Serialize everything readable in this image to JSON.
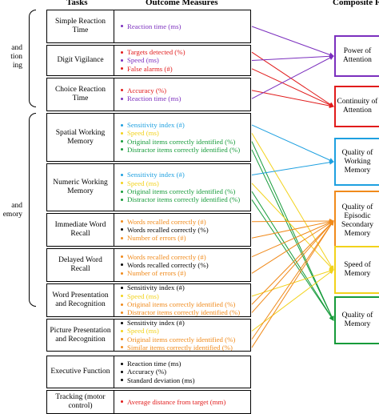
{
  "headers": {
    "tasks": "Tasks",
    "outcome": "Outcome Measures",
    "composite": "Composite Fa"
  },
  "sections": {
    "attention": [
      "and",
      "tion",
      "ing"
    ],
    "memory": [
      "and",
      "emory"
    ]
  },
  "tasks": [
    {
      "name": "Simple Reaction Time",
      "measures": [
        {
          "text": "Reaction time (ms)",
          "color": "#7b2fbe"
        }
      ]
    },
    {
      "name": "Digit Vigilance",
      "measures": [
        {
          "text": "Targets detected (%)",
          "color": "#e11b1b"
        },
        {
          "text": "Speed (ms)",
          "color": "#7b2fbe"
        },
        {
          "text": "False alarms (#)",
          "color": "#e11b1b"
        }
      ]
    },
    {
      "name": "Choice Reaction Time",
      "measures": [
        {
          "text": "Accuracy (%)",
          "color": "#e11b1b"
        },
        {
          "text": "Reaction time (ms)",
          "color": "#7b2fbe"
        }
      ]
    },
    {
      "name": "Spatial Working Memory",
      "measures": [
        {
          "text": "Sensitivity index (#)",
          "color": "#1ea0e0"
        },
        {
          "text": "Speed (ms)",
          "color": "#f2d21b"
        },
        {
          "text": "Original items correctly identified (%)",
          "color": "#169b3a"
        },
        {
          "text": "Distractor items correctly identified (%)",
          "color": "#169b3a"
        }
      ]
    },
    {
      "name": "Numeric Working Memory",
      "measures": [
        {
          "text": "Sensitivity index (#)",
          "color": "#1ea0e0"
        },
        {
          "text": "Speed (ms)",
          "color": "#f2d21b"
        },
        {
          "text": "Original items correctly identified (%)",
          "color": "#169b3a"
        },
        {
          "text": "Distractor items correctly identified (%)",
          "color": "#169b3a"
        }
      ]
    },
    {
      "name": "Immediate Word Recall",
      "measures": [
        {
          "text": "Words recalled correctly (#)",
          "color": "#f08a1b"
        },
        {
          "text": "Words recalled correctly (%)",
          "color": "#000000"
        },
        {
          "text": "Number of errors (#)",
          "color": "#f08a1b"
        }
      ]
    },
    {
      "name": "Delayed Word Recall",
      "measures": [
        {
          "text": "Words recalled correctly (#)",
          "color": "#f08a1b"
        },
        {
          "text": "Words recalled correctly (%)",
          "color": "#000000"
        },
        {
          "text": "Number of errors (#)",
          "color": "#f08a1b"
        }
      ]
    },
    {
      "name": "Word Presentation and Recognition",
      "measures": [
        {
          "text": "Sensitivity index (#)",
          "color": "#000000"
        },
        {
          "text": "Speed (ms)",
          "color": "#f2d21b"
        },
        {
          "text": "Original items correctly identified (%)",
          "color": "#f08a1b"
        },
        {
          "text": "Distractor items correctly identified (%)",
          "color": "#f08a1b"
        }
      ]
    },
    {
      "name": "Picture Presentation and Recognition",
      "measures": [
        {
          "text": "Sensitivity index (#)",
          "color": "#000000"
        },
        {
          "text": "Speed (ms)",
          "color": "#f2d21b"
        },
        {
          "text": "Original items correctly identified (%)",
          "color": "#f08a1b"
        },
        {
          "text": "Similar items correctly identified (%)",
          "color": "#f08a1b"
        }
      ]
    },
    {
      "name": "Executive Function",
      "measures": [
        {
          "text": "Reaction time (ms)",
          "color": "#000000"
        },
        {
          "text": "Accuracy (%)",
          "color": "#000000"
        },
        {
          "text": "Standard deviation (ms)",
          "color": "#000000"
        }
      ]
    },
    {
      "name": "Tracking (motor control)",
      "measures": [
        {
          "text": "Average distance from target (mm)",
          "color": "#e11b1b"
        }
      ]
    }
  ],
  "composites": [
    {
      "label": "Power of Attention",
      "color": "#7b2fbe"
    },
    {
      "label": "Continuity of Attention",
      "color": "#e11b1b"
    },
    {
      "label": "Quality of Working Memory",
      "color": "#1ea0e0"
    },
    {
      "label": "Quality of Episodic Secondary Memory",
      "color": "#f08a1b"
    },
    {
      "label": "Speed of Memory",
      "color": "#f2d21b"
    },
    {
      "label": "Quality of Memory",
      "color": "#169b3a"
    }
  ]
}
